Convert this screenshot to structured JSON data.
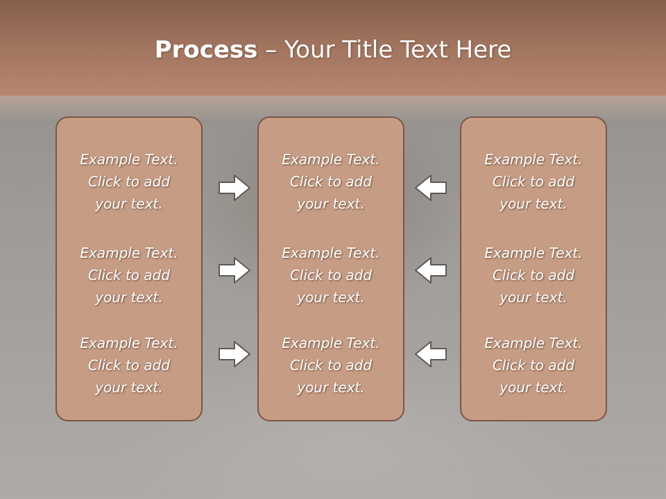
{
  "slide": {
    "title_bold": "Process",
    "title_rest": " – Your Title Text Here"
  },
  "columns": [
    {
      "items": [
        {
          "line1": "Example Text.",
          "line2": "Click  to add",
          "line3": "your text."
        },
        {
          "line1": "Example Text.",
          "line2": "Click  to add",
          "line3": "your text."
        },
        {
          "line1": "Example Text.",
          "line2": "Click  to add",
          "line3": "your text."
        }
      ]
    },
    {
      "items": [
        {
          "line1": "Example Text.",
          "line2": "Click  to add",
          "line3": "your text."
        },
        {
          "line1": "Example Text.",
          "line2": "Click  to add",
          "line3": "your text."
        },
        {
          "line1": "Example Text.",
          "line2": "Click  to add",
          "line3": "your text."
        }
      ]
    },
    {
      "items": [
        {
          "line1": "Example Text.",
          "line2": "Click  to add",
          "line3": "your text."
        },
        {
          "line1": "Example Text.",
          "line2": "Click  to add",
          "line3": "your text."
        },
        {
          "line1": "Example Text.",
          "line2": "Click  to add",
          "line3": "your text."
        }
      ]
    }
  ],
  "arrows": {
    "left_group": "arrow-right-icon",
    "right_group": "arrow-left-icon"
  },
  "colors": {
    "header": "#a0735e",
    "box_fill": "#c69c85",
    "box_border": "#7a5646",
    "text": "#ffffff"
  }
}
